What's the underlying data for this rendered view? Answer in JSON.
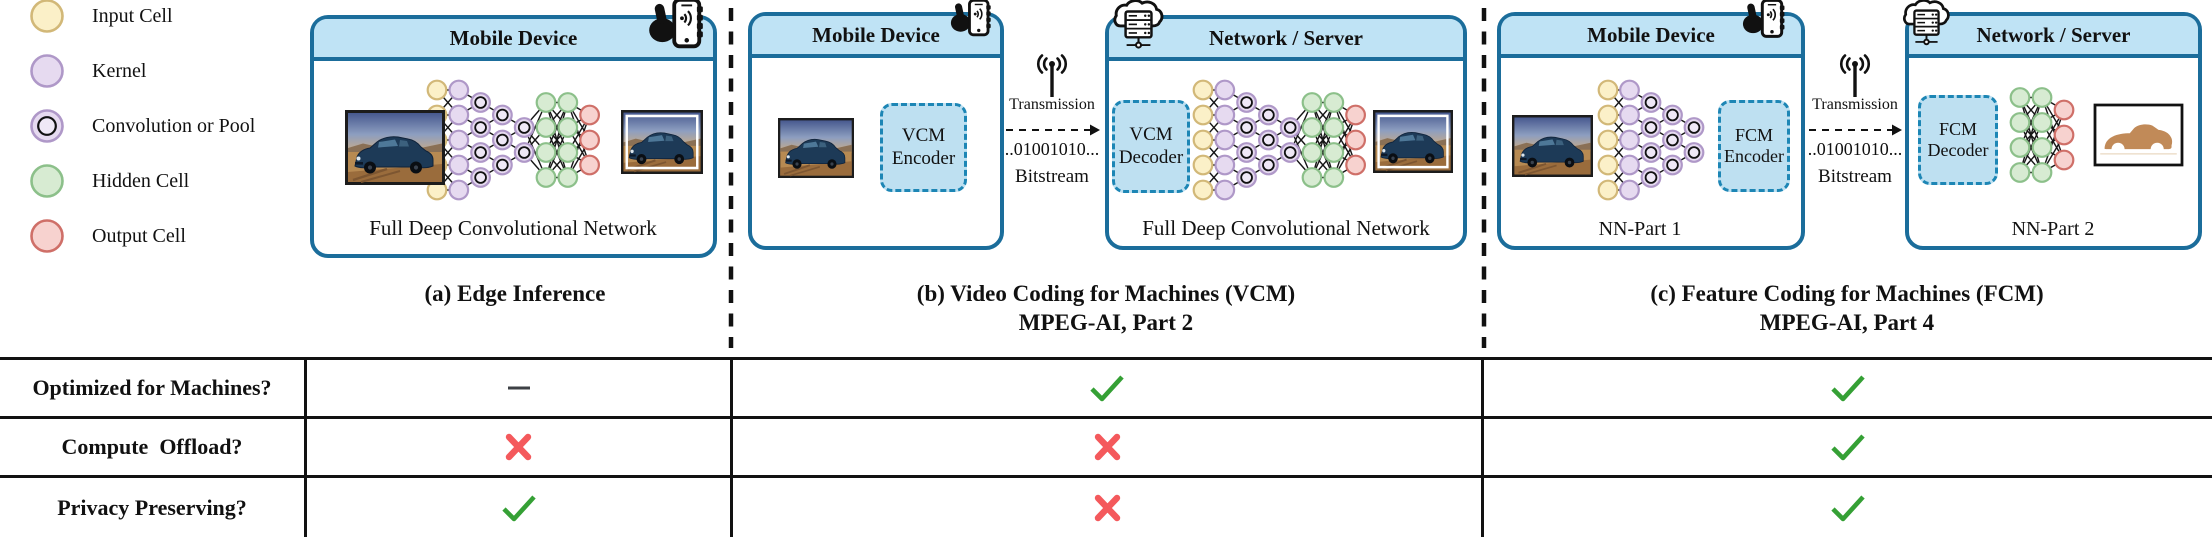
{
  "figure": {
    "legend": {
      "items": [
        {
          "label": "Input Cell",
          "type": "input"
        },
        {
          "label": "Kernel",
          "type": "kernel"
        },
        {
          "label": "Convolution or Pool",
          "type": "convpool"
        },
        {
          "label": "Hidden Cell",
          "type": "hidden"
        },
        {
          "label": "Output Cell",
          "type": "output"
        }
      ]
    },
    "panels": {
      "a": {
        "caption": "(a) Edge Inference",
        "subcaption": "",
        "box": {
          "title": "Mobile Device",
          "caption": "Full Deep Convolutional Network"
        }
      },
      "b": {
        "caption": "(b) Video Coding for Machines (VCM)",
        "subcaption": "MPEG-AI, Part 2",
        "mobile": {
          "title": "Mobile Device",
          "encoder": "VCM\nEncoder"
        },
        "transmission": {
          "label": "Transmission",
          "bits": "..01001010...",
          "bitstream": "Bitstream"
        },
        "server": {
          "title": "Network / Server",
          "decoder": "VCM\nDecoder",
          "caption": "Full Deep Convolutional Network"
        }
      },
      "c": {
        "caption": "(c) Feature Coding for Machines (FCM)",
        "subcaption": "MPEG-AI, Part 4",
        "mobile": {
          "title": "Mobile Device",
          "encoder": "FCM\nEncoder",
          "caption": "NN-Part 1"
        },
        "transmission": {
          "label": "Transmission",
          "bits": "..01001010...",
          "bitstream": "Bitstream"
        },
        "server": {
          "title": "Network / Server",
          "decoder": "FCM\nDecoder",
          "caption": "NN-Part 2"
        }
      }
    },
    "networks": {
      "full": [
        {
          "type": "input",
          "count": 5
        },
        {
          "type": "kernel",
          "count": 5
        },
        {
          "type": "convpool",
          "count": 4
        },
        {
          "type": "convpool",
          "count": 3
        },
        {
          "type": "convpool",
          "count": 2,
          "dense": true
        },
        {
          "type": "hidden",
          "count": 4,
          "dense": true
        },
        {
          "type": "hidden",
          "count": 4,
          "dense": true
        },
        {
          "type": "output",
          "count": 3
        }
      ],
      "part1": [
        {
          "type": "input",
          "count": 5
        },
        {
          "type": "kernel",
          "count": 5
        },
        {
          "type": "convpool",
          "count": 4
        },
        {
          "type": "convpool",
          "count": 3
        },
        {
          "type": "convpool",
          "count": 2
        }
      ],
      "part2": [
        {
          "type": "hidden",
          "count": 4,
          "dense": true
        },
        {
          "type": "hidden",
          "count": 4,
          "dense": true
        },
        {
          "type": "output",
          "count": 3
        }
      ]
    },
    "table": {
      "rows": [
        {
          "label": "Optimized for Machines?",
          "cells": [
            "dash",
            "check",
            "check"
          ]
        },
        {
          "label": "Compute  Offload?",
          "cells": [
            "cross",
            "cross",
            "check"
          ]
        },
        {
          "label": "Privacy Preserving?",
          "cells": [
            "check",
            "cross",
            "check"
          ]
        }
      ]
    },
    "colors": {
      "boxBorder": "#1b6d9b",
      "boxHeader": "#bfe3f5",
      "dashedFill": "#bee0f1",
      "dashedBorder": "#1d86b5",
      "input": "#fbf0c8",
      "inputBorder": "#d2b878",
      "kernel": "#e6daf0",
      "kernelBorder": "#af98c8",
      "ringInner": "#efe8f6",
      "hidden": "#d7ebd2",
      "hiddenBorder": "#8cc08a",
      "output": "#f7d2cf",
      "outputBorder": "#cf6f68",
      "check": "#35a035",
      "cross": "#f4595c",
      "dash": "#3d4045",
      "edge": "#161616"
    }
  }
}
